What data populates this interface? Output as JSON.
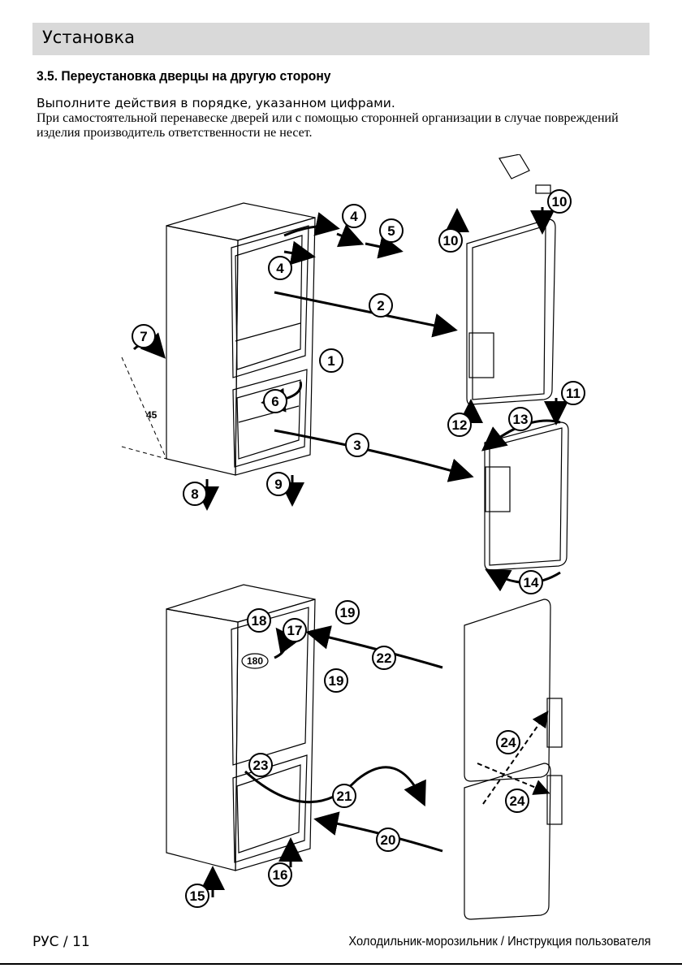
{
  "header": {
    "title": "Установка"
  },
  "section": {
    "heading": "3.5. Переустановка дверцы на другую сторону"
  },
  "instructions": {
    "line1": "Выполните действия в порядке, указанном цифрами.",
    "line2": "При самостоятельной перенавеске дверей или с помощью сторонней организации в случае повреждений изделия  производитель ответственности не несет."
  },
  "figure": {
    "steps": [
      "1",
      "2",
      "3",
      "4",
      "4",
      "5",
      "6",
      "7",
      "8",
      "9",
      "10",
      "10",
      "11",
      "12",
      "13",
      "14",
      "15",
      "16",
      "17",
      "18",
      "19",
      "19",
      "20",
      "21",
      "22",
      "23",
      "24",
      "24"
    ],
    "angle_45": "45",
    "angle_180": "180"
  },
  "footer": {
    "page": "РУС / 11",
    "doc_title": "Холодильник-морозильник / Инструкция пользователя"
  }
}
